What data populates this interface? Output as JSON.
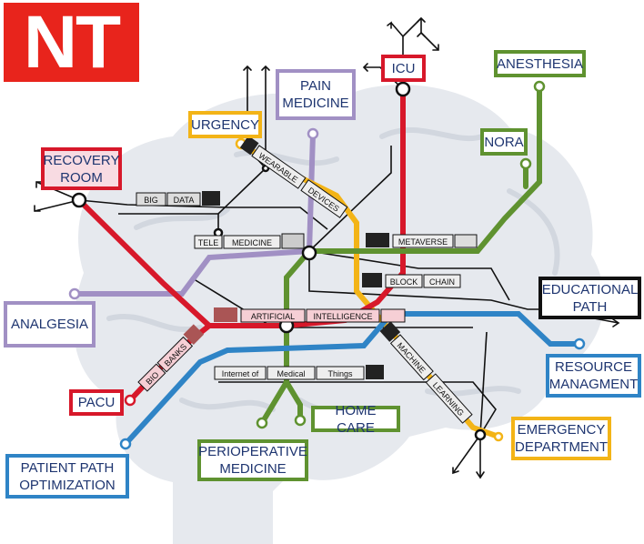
{
  "logo": {
    "text": "NT"
  },
  "stations": {
    "icu": "ICU",
    "anesthesia": "ANESTHESIA",
    "pain_medicine": "PAIN\nMEDICINE",
    "urgency": "URGENCY",
    "recovery_room": "RECOVERY\nROOM",
    "nora": "NORA",
    "educational_path": "EDUCATIONAL\nPATH",
    "analgesia": "ANALGESIA",
    "resource_managment": "RESOURCE\nMANAGMENT",
    "pacu": "PACU",
    "home_care": "HOME CARE",
    "emergency_department": "EMERGENCY\nDEPARTMENT",
    "perioperative_medicine": "PERIOPERATIVE\nMEDICINE",
    "patient_path_optimization": "PATIENT PATH\nOPTIMIZATION"
  },
  "trains": {
    "big_data": [
      "BIG",
      "DATA"
    ],
    "wearable_devices": [
      "WEARABLE",
      "DEVICES"
    ],
    "tele_medicine": [
      "TELE",
      "MEDICINE"
    ],
    "metaverse": [
      "METAVERSE"
    ],
    "block_chain": [
      "BLOCK",
      "CHAIN"
    ],
    "artificial_intelligence": [
      "ARTIFICIAL",
      "INTELLIGENCE"
    ],
    "bio_banks": [
      "BIO",
      "BANKS"
    ],
    "machine_learning": [
      "MACHINE",
      "LEARNING"
    ],
    "internet_of_medical_things": [
      "Internet of",
      "Medical",
      "Things"
    ]
  },
  "colors": {
    "red": "#d7182a",
    "purple": "#a190c4",
    "orange": "#f3b417",
    "green": "#5f9230",
    "blue": "#2f84c6",
    "black": "#111111",
    "brain": "#e6e9ee"
  }
}
